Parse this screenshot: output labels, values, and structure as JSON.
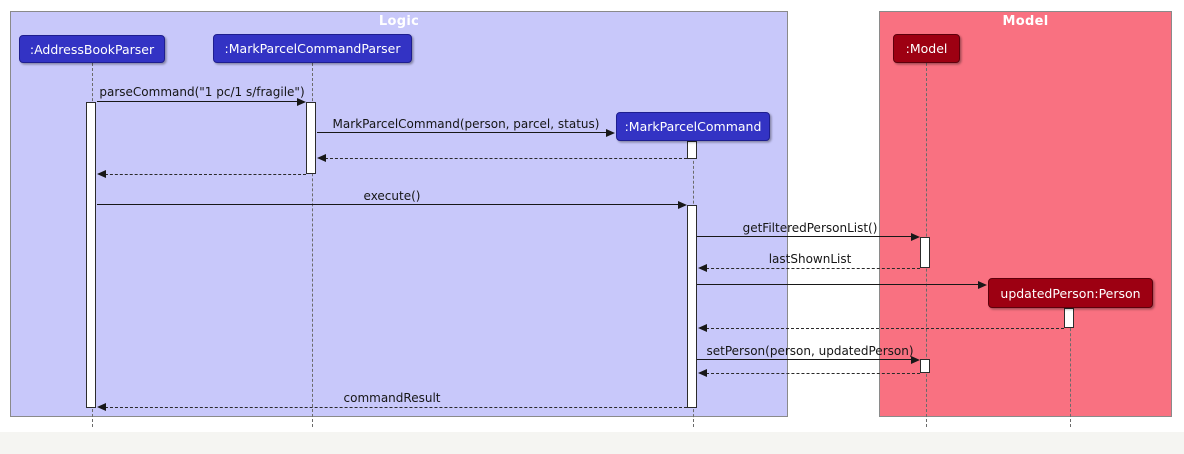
{
  "diagram": {
    "type": "uml-sequence",
    "frames": [
      {
        "title": "Logic",
        "fill": "#C8C8FA"
      },
      {
        "title": "Model",
        "fill": "#F97181"
      }
    ],
    "participants": [
      {
        "label": ":AddressBookParser",
        "frame": "Logic",
        "fill": "#3333C4"
      },
      {
        "label": ":MarkParcelCommandParser",
        "frame": "Logic",
        "fill": "#3333C4"
      },
      {
        "label": ":MarkParcelCommand",
        "frame": "Logic",
        "fill": "#3333C4"
      },
      {
        "label": ":Model",
        "frame": "Model",
        "fill": "#9D0012"
      },
      {
        "label": "updatedPerson:Person",
        "frame": "Model",
        "fill": "#9D0012"
      }
    ],
    "messages": [
      {
        "seq": 1,
        "label": "parseCommand(\"1 pc/1 s/fragile\")",
        "type": "call",
        "from": ":AddressBookParser",
        "to": ":MarkParcelCommandParser"
      },
      {
        "seq": 2,
        "label": "MarkParcelCommand(person, parcel, status)",
        "type": "create",
        "from": ":MarkParcelCommandParser",
        "to": ":MarkParcelCommand"
      },
      {
        "seq": 3,
        "label": "",
        "type": "return",
        "from": ":MarkParcelCommand",
        "to": ":MarkParcelCommandParser"
      },
      {
        "seq": 4,
        "label": "",
        "type": "return",
        "from": ":MarkParcelCommandParser",
        "to": ":AddressBookParser"
      },
      {
        "seq": 5,
        "label": "execute()",
        "type": "call",
        "from": ":AddressBookParser",
        "to": ":MarkParcelCommand"
      },
      {
        "seq": 6,
        "label": "getFilteredPersonList()",
        "type": "call",
        "from": ":MarkParcelCommand",
        "to": ":Model"
      },
      {
        "seq": 7,
        "label": "lastShownList",
        "type": "return",
        "from": ":Model",
        "to": ":MarkParcelCommand"
      },
      {
        "seq": 8,
        "label": "",
        "type": "create",
        "from": ":MarkParcelCommand",
        "to": "updatedPerson:Person"
      },
      {
        "seq": 9,
        "label": "",
        "type": "return",
        "from": "updatedPerson:Person",
        "to": ":MarkParcelCommand"
      },
      {
        "seq": 10,
        "label": "setPerson(person, updatedPerson)",
        "type": "call",
        "from": ":MarkParcelCommand",
        "to": ":Model"
      },
      {
        "seq": 11,
        "label": "",
        "type": "return",
        "from": ":Model",
        "to": ":MarkParcelCommand"
      },
      {
        "seq": 12,
        "label": "commandResult",
        "type": "return",
        "from": ":MarkParcelCommand",
        "to": ":AddressBookParser"
      }
    ],
    "colors": {
      "logic_frame_fill": "#C8C8FA",
      "logic_participant_fill": "#3333C4",
      "model_frame_fill": "#F97181",
      "model_participant_fill": "#9D0012",
      "frame_title_color": "#FFFFFF",
      "arrow_color": "#181818",
      "activation_fill": "#FFFFFF",
      "lifeline_color": "#6B6B6B"
    }
  }
}
